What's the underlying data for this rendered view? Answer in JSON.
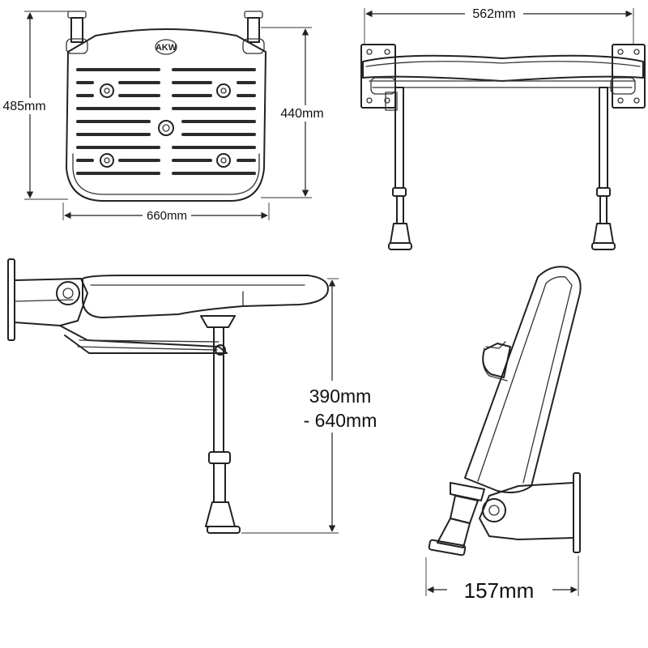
{
  "logo": {
    "text": "AKW"
  },
  "dimensions": {
    "top_view_depth": "485mm",
    "top_view_inner_depth": "440mm",
    "top_view_width": "660mm",
    "front_view_width": "562mm",
    "side_view_height_line1": "390mm",
    "side_view_height_line2": "- 640mm",
    "folded_view_projection": "157mm"
  }
}
